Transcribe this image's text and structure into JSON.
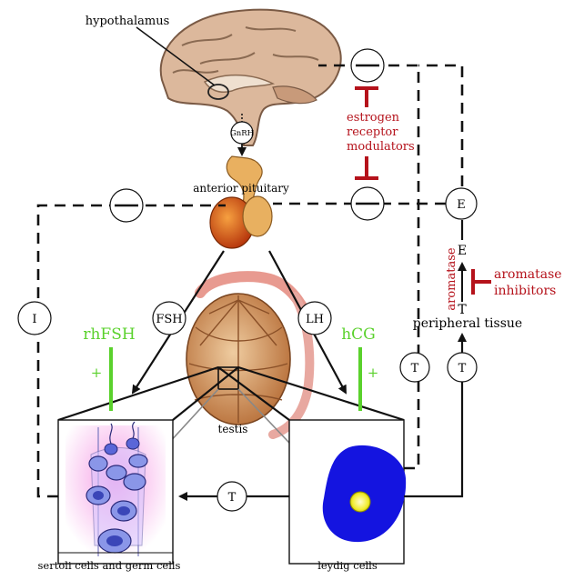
{
  "labels": {
    "hypothalamus": "hypothalamus",
    "gnrh": "GnRH",
    "anterior_pituitary": "anterior pituitary",
    "fsh": "FSH",
    "lh": "LH",
    "rhfsh": "rhFSH",
    "hcg": "hCG",
    "plus": "+",
    "testis": "testis",
    "inhibin": "I",
    "testosterone": "T",
    "estradiol": "E",
    "peripheral_tissue": "peripheral tissue",
    "aromatase": "aromatase",
    "aromatase_inhibitors_1": "aromatase",
    "aromatase_inhibitors_2": "inhibitors",
    "serm_1": "estrogen",
    "serm_2": "receptor",
    "serm_3": "modulators",
    "sertoli_caption": "sertoli cells and germ cells",
    "leydig_caption": "leydig cells"
  },
  "colors": {
    "drug": "#b5121b",
    "recombinant": "#5ad12c",
    "leydig_cell": "#1414e0",
    "pituitary": "#e0661c",
    "testis": "#d8a070",
    "brain": "#d9b59a"
  }
}
